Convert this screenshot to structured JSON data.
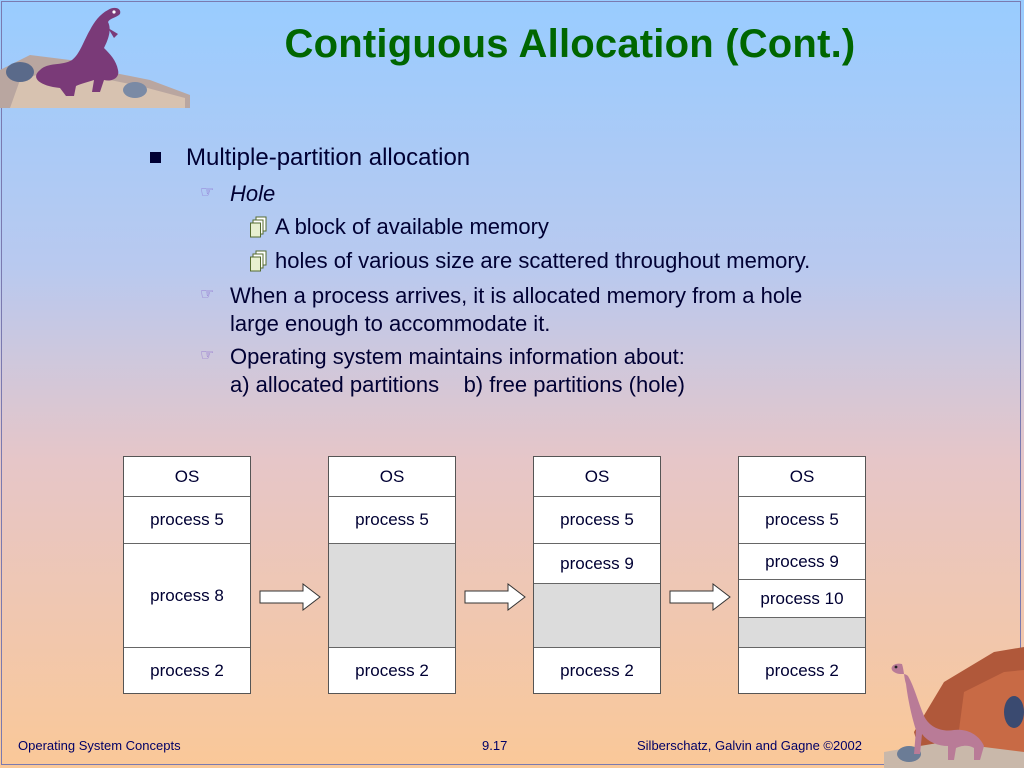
{
  "slide": {
    "title": "Contiguous Allocation (Cont.)",
    "bullets": {
      "level1": "Multiple-partition allocation",
      "hole": "Hole",
      "hole_sub1": "A block of available memory",
      "hole_sub2": "holes of various size are scattered throughout memory.",
      "arrive_line1": "When a process arrives, it is allocated memory from a hole",
      "arrive_line2": "large enough to accommodate it.",
      "os_line1": "Operating system maintains information about:",
      "os_line2": "a) allocated partitions    b) free partitions (hole)"
    }
  },
  "diagram": {
    "columns": [
      {
        "segments": [
          "OS",
          "process 5",
          "process 8",
          "process 2"
        ]
      },
      {
        "segments": [
          "OS",
          "process 5",
          "",
          "process 2"
        ]
      },
      {
        "segments": [
          "OS",
          "process 5",
          "process 9",
          "",
          "process 2"
        ]
      },
      {
        "segments": [
          "OS",
          "process 5",
          "process 9",
          "process 10",
          "",
          "process 2"
        ]
      }
    ]
  },
  "footer": {
    "left": "Operating System Concepts",
    "center": "9.17",
    "right": "Silberschatz, Galvin and  Gagne ©2002"
  },
  "colors": {
    "title": "#006600",
    "text": "#000033",
    "hole": "#dcdcdc"
  },
  "icons": {
    "level1_bullet": "square-bullet",
    "level2_bullet": "pointing-hand-icon",
    "level3_bullet": "document-stack-icon",
    "arrow": "right-arrow-icon"
  }
}
